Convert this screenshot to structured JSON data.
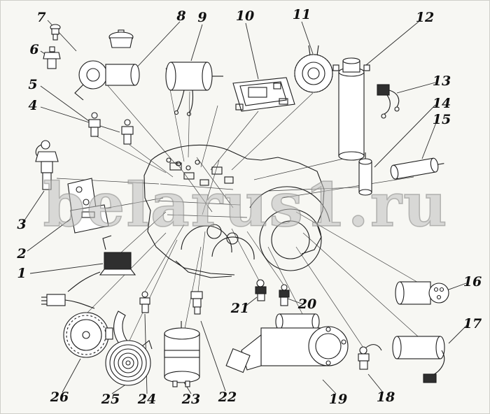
{
  "diagram": {
    "watermark": "belarus1.ru",
    "callouts": [
      "1",
      "2",
      "3",
      "4",
      "5",
      "6",
      "7",
      "8",
      "9",
      "10",
      "11",
      "12",
      "13",
      "14",
      "15",
      "16",
      "17",
      "18",
      "19",
      "20",
      "21",
      "22",
      "23",
      "24",
      "25",
      "26"
    ]
  }
}
